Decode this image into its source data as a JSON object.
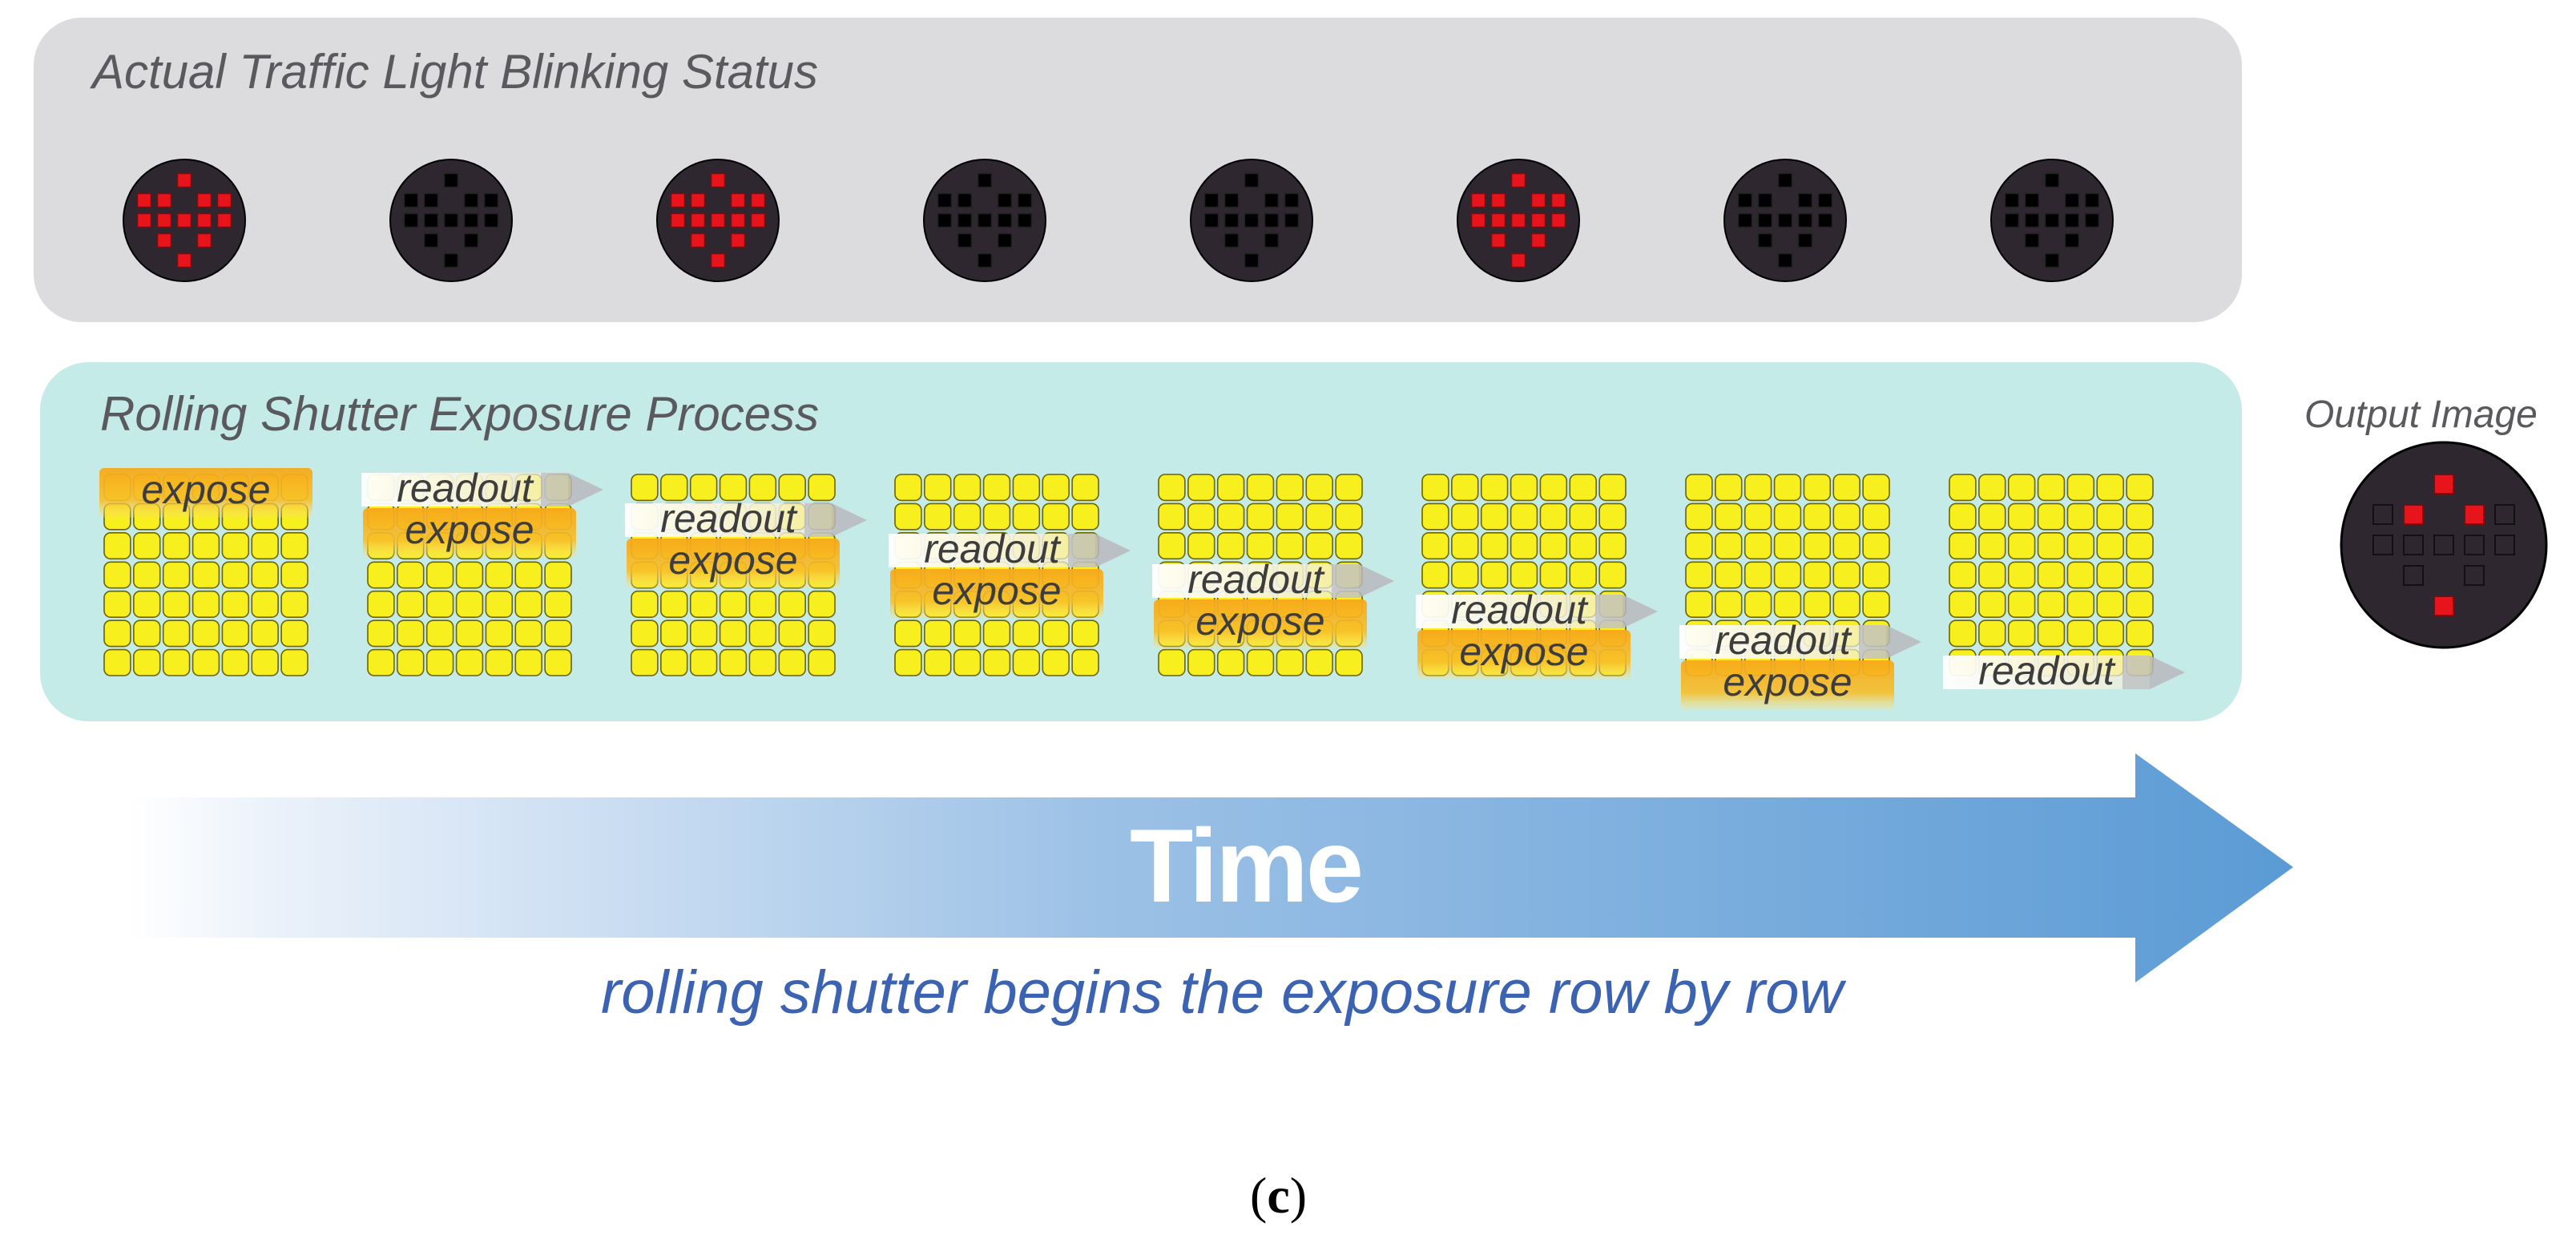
{
  "status_panel": {
    "title": "Actual Traffic Light Blinking Status",
    "light_states": [
      "red",
      "dark",
      "red",
      "dark",
      "dark",
      "red",
      "dark",
      "dark"
    ]
  },
  "process_panel": {
    "title": "Rolling Shutter Exposure Process",
    "frames": [
      {
        "readout": "",
        "expose": "expose"
      },
      {
        "readout": "readout",
        "expose": "expose"
      },
      {
        "readout": "readout",
        "expose": "expose"
      },
      {
        "readout": "readout",
        "expose": "expose"
      },
      {
        "readout": "readout",
        "expose": "expose"
      },
      {
        "readout": "readout",
        "expose": "expose"
      },
      {
        "readout": "readout",
        "expose": "expose"
      },
      {
        "readout": "readout",
        "expose": ""
      }
    ]
  },
  "output": {
    "title": "Output Image"
  },
  "time_arrow": {
    "label": "Time",
    "caption": "rolling shutter begins the exposure row by row"
  },
  "figure_label": "c",
  "colors": {
    "red_led": "#e8141c",
    "dark_led": "#000000",
    "light_body": "#2f2730",
    "cell_yellow": "#f7ef1e",
    "band_orange": "#f5b21a",
    "arrow_blue": "#5b9bd5",
    "caption_blue": "#3c63b2"
  }
}
